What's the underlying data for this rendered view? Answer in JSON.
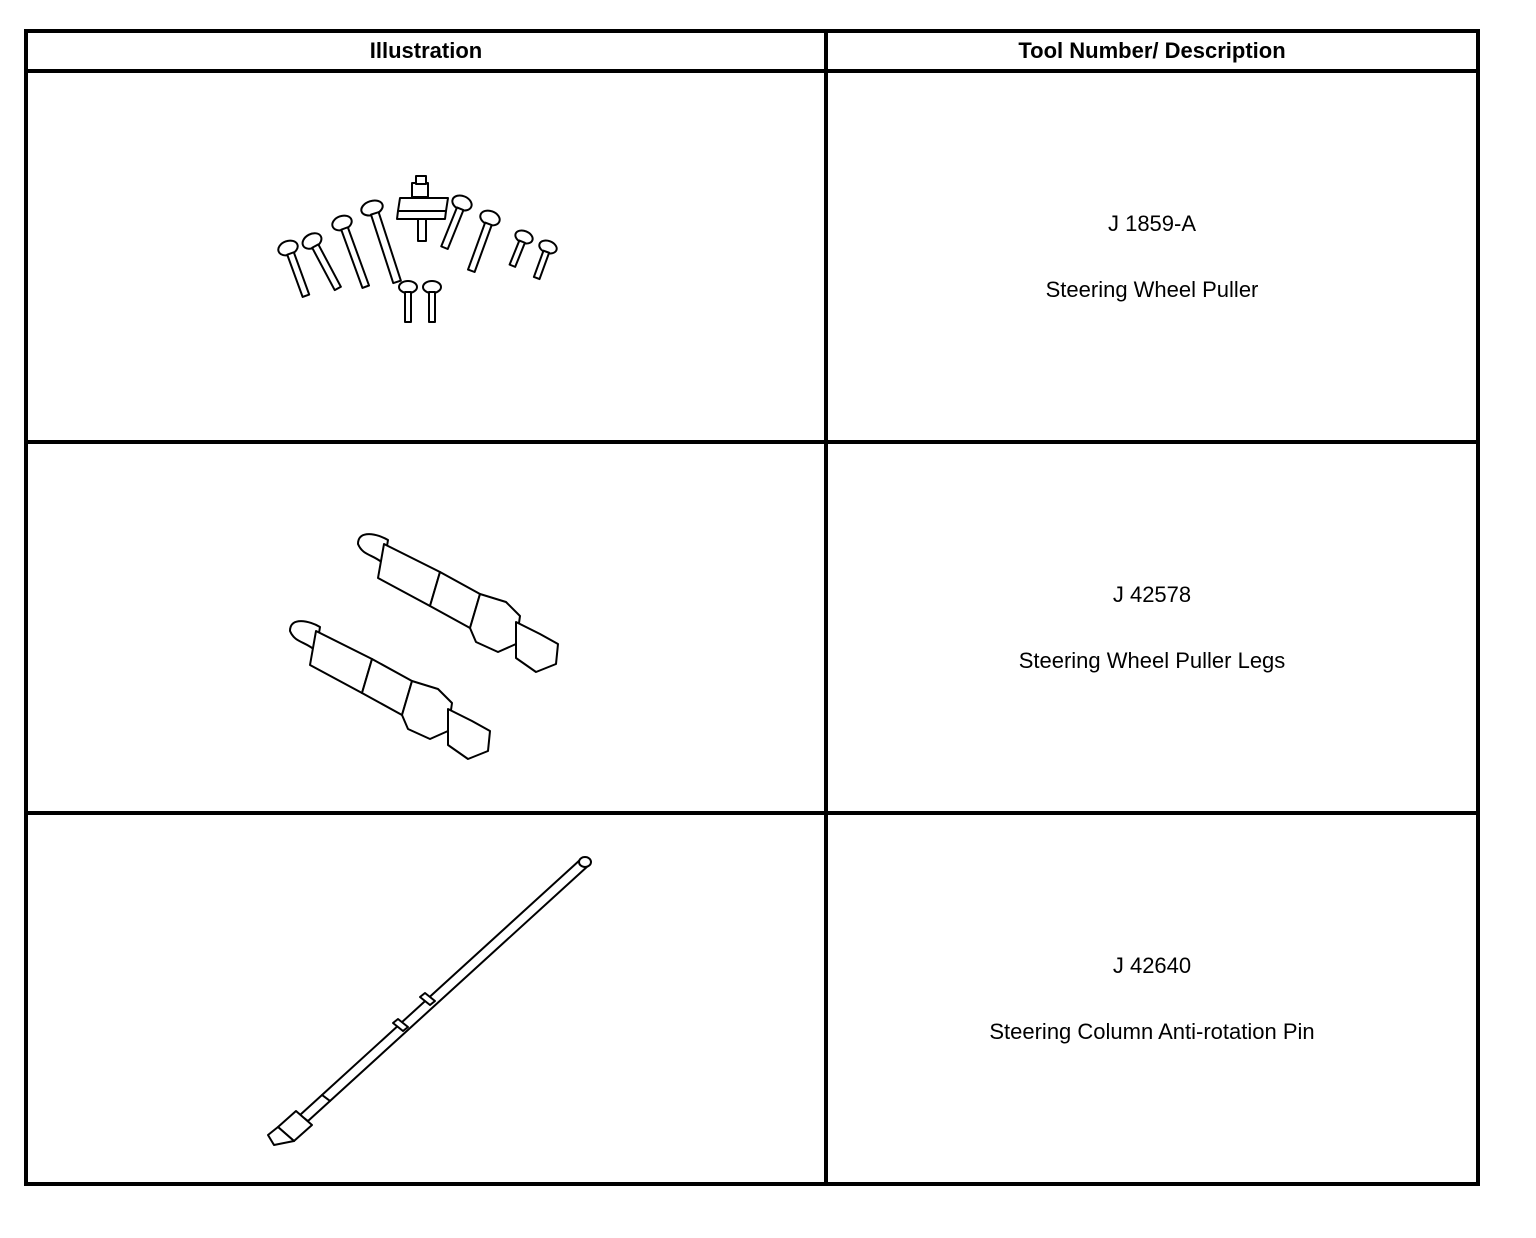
{
  "table": {
    "headers": {
      "illustration": "Illustration",
      "tool": "Tool Number/ Description"
    },
    "rows": [
      {
        "number": "J 1859-A",
        "description": "Steering Wheel Puller",
        "icon": "steering-wheel-puller-icon"
      },
      {
        "number": "J 42578",
        "description": "Steering Wheel Puller Legs",
        "icon": "puller-legs-icon"
      },
      {
        "number": "J 42640",
        "description": "Steering Column Anti-rotation Pin",
        "icon": "anti-rotation-pin-icon"
      }
    ]
  }
}
